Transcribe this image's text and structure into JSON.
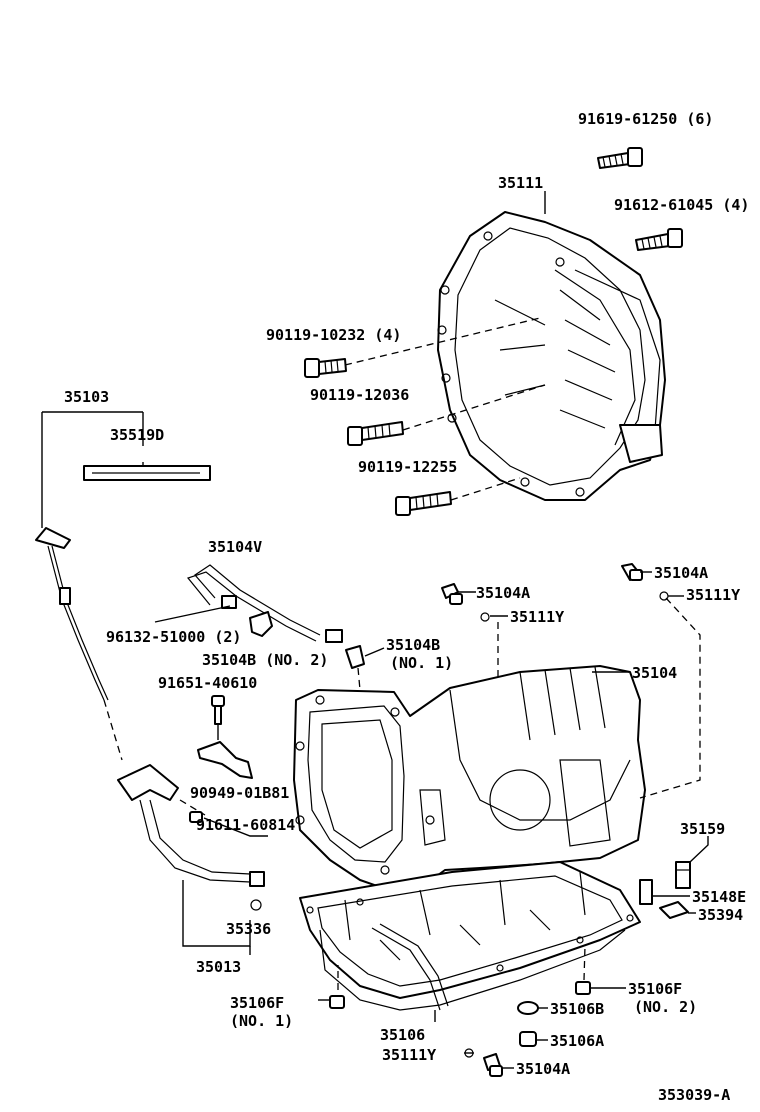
{
  "diagram_id": "353039-A",
  "labels": {
    "l01": "91619-61250 (6)",
    "l02": "35111",
    "l03": "91612-61045 (4)",
    "l04": "90119-10232 (4)",
    "l05": "90119-12036",
    "l06": "35103",
    "l07": "35519D",
    "l08": "90119-12255",
    "l09": "35104V",
    "l10": "35104A",
    "l11": "35104A",
    "l12": "35111Y",
    "l13": "35111Y",
    "l14": "96132-51000 (2)",
    "l15": "35104B (NO. 2)",
    "l16": "35104B",
    "l17": "(NO. 1)",
    "l18": "35104",
    "l19": "91651-40610",
    "l20": "90949-01B81",
    "l21": "91611-60814",
    "l22": "35159",
    "l23": "35148E",
    "l24": "35394",
    "l25": "35336",
    "l26": "35013",
    "l27": "35106F",
    "l28": "(NO. 2)",
    "l29": "35106F",
    "l30": "(NO. 1)",
    "l31": "35106B",
    "l32": "35106",
    "l33": "35106A",
    "l34": "35111Y",
    "l35": "35104A"
  }
}
